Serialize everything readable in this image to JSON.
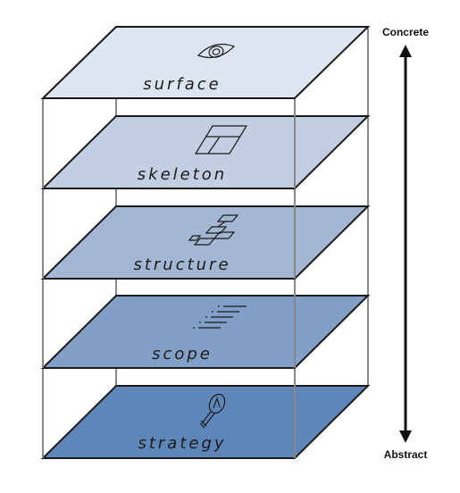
{
  "layers": [
    {
      "name": "surface",
      "icon": "eye-icon",
      "fill": "#dde5f0"
    },
    {
      "name": "skeleton",
      "icon": "wireframe-icon",
      "fill": "#c2cfe3"
    },
    {
      "name": "structure",
      "icon": "sitemap-icon",
      "fill": "#a3b6d3"
    },
    {
      "name": "scope",
      "icon": "list-icon",
      "fill": "#829fc8"
    },
    {
      "name": "strategy",
      "icon": "lightbulb-icon",
      "fill": "#5f86b9"
    }
  ],
  "axis": {
    "top_label": "Concrete",
    "bottom_label": "Abstract"
  },
  "colors": {
    "stroke": "#1a1a1a",
    "post": "#888888"
  }
}
